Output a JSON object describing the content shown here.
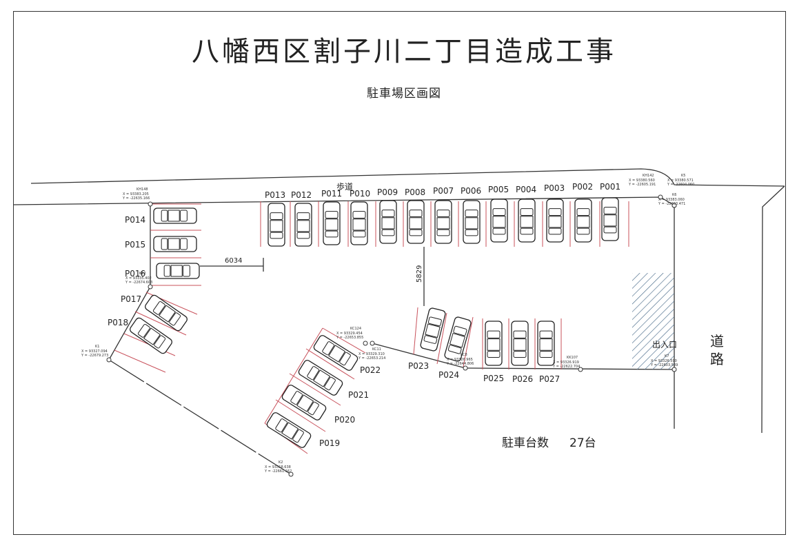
{
  "title": "八幡西区割子川二丁目造成工事",
  "subtitle": "駐車場区画図",
  "labels": {
    "sidewalk": "歩道",
    "road": "道路",
    "entrance": "出入口",
    "dim_horizontal": "6034",
    "dim_vertical": "5829"
  },
  "count": {
    "label": "駐車台数",
    "value": "27台"
  },
  "spaces": [
    "P001",
    "P002",
    "P003",
    "P004",
    "P005",
    "P006",
    "P007",
    "P008",
    "P009",
    "P010",
    "P011",
    "P012",
    "P013",
    "P014",
    "P015",
    "P016",
    "P017",
    "P018",
    "P019",
    "P020",
    "P021",
    "P022",
    "P023",
    "P024",
    "P025",
    "P026",
    "P027"
  ],
  "survey_points": [
    {
      "id": "KH148",
      "x": "X = 93383.205",
      "y": "Y = -22635.166"
    },
    {
      "id": "KH142",
      "x": "X = 93380.560",
      "y": "Y = -22605.191"
    },
    {
      "id": "K5",
      "x": "X = 93380.571",
      "y": "Y = -22604.060"
    },
    {
      "id": "K6",
      "x": "X = 93383.060",
      "y": "Y = -22603.471"
    },
    {
      "id": "K12",
      "x": "X = 93335.402",
      "y": "Y = -22674.603"
    },
    {
      "id": "K1",
      "x": "X = 93327.094",
      "y": "Y = -22679.273"
    },
    {
      "id": "K2",
      "x": "X = 93318.638",
      "y": "Y = -22661.162"
    },
    {
      "id": "KC124",
      "x": "X = 93329.454",
      "y": "Y = -22653.855"
    },
    {
      "id": "KC11",
      "x": "X = 93329.310",
      "y": "Y = -22653.214"
    },
    {
      "id": "KC8",
      "x": "X = 93326.965",
      "y": "Y = -22644.806"
    },
    {
      "id": "KK107",
      "x": "X = 93326.919",
      "y": "Y = -22622.704"
    },
    {
      "id": "K7",
      "x": "X = 93326.590",
      "y": "Y = -22603.539"
    }
  ]
}
